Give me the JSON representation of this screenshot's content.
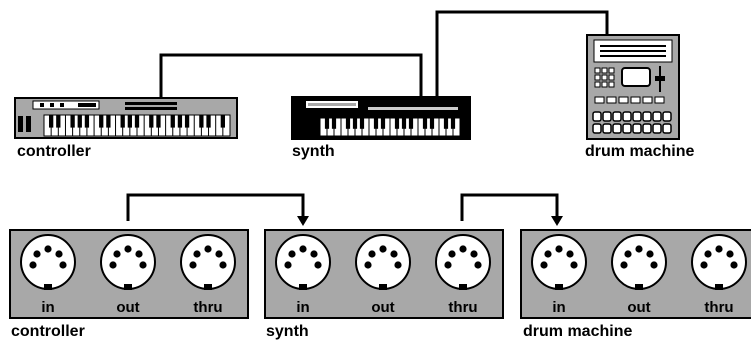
{
  "instruments": {
    "controller": "controller",
    "synth": "synth",
    "drum_machine": "drum machine"
  },
  "panels": [
    {
      "name": "controller",
      "ports": [
        "in",
        "out",
        "thru"
      ]
    },
    {
      "name": "synth",
      "ports": [
        "in",
        "out",
        "thru"
      ]
    },
    {
      "name": "drum machine",
      "ports": [
        "in",
        "out",
        "thru"
      ]
    }
  ],
  "colors": {
    "panel_fill": "#a8a8a8",
    "connector_fill": "#ffffff",
    "line": "#000000",
    "device_body": "#a8a8a8",
    "synth_body": "#000000"
  }
}
